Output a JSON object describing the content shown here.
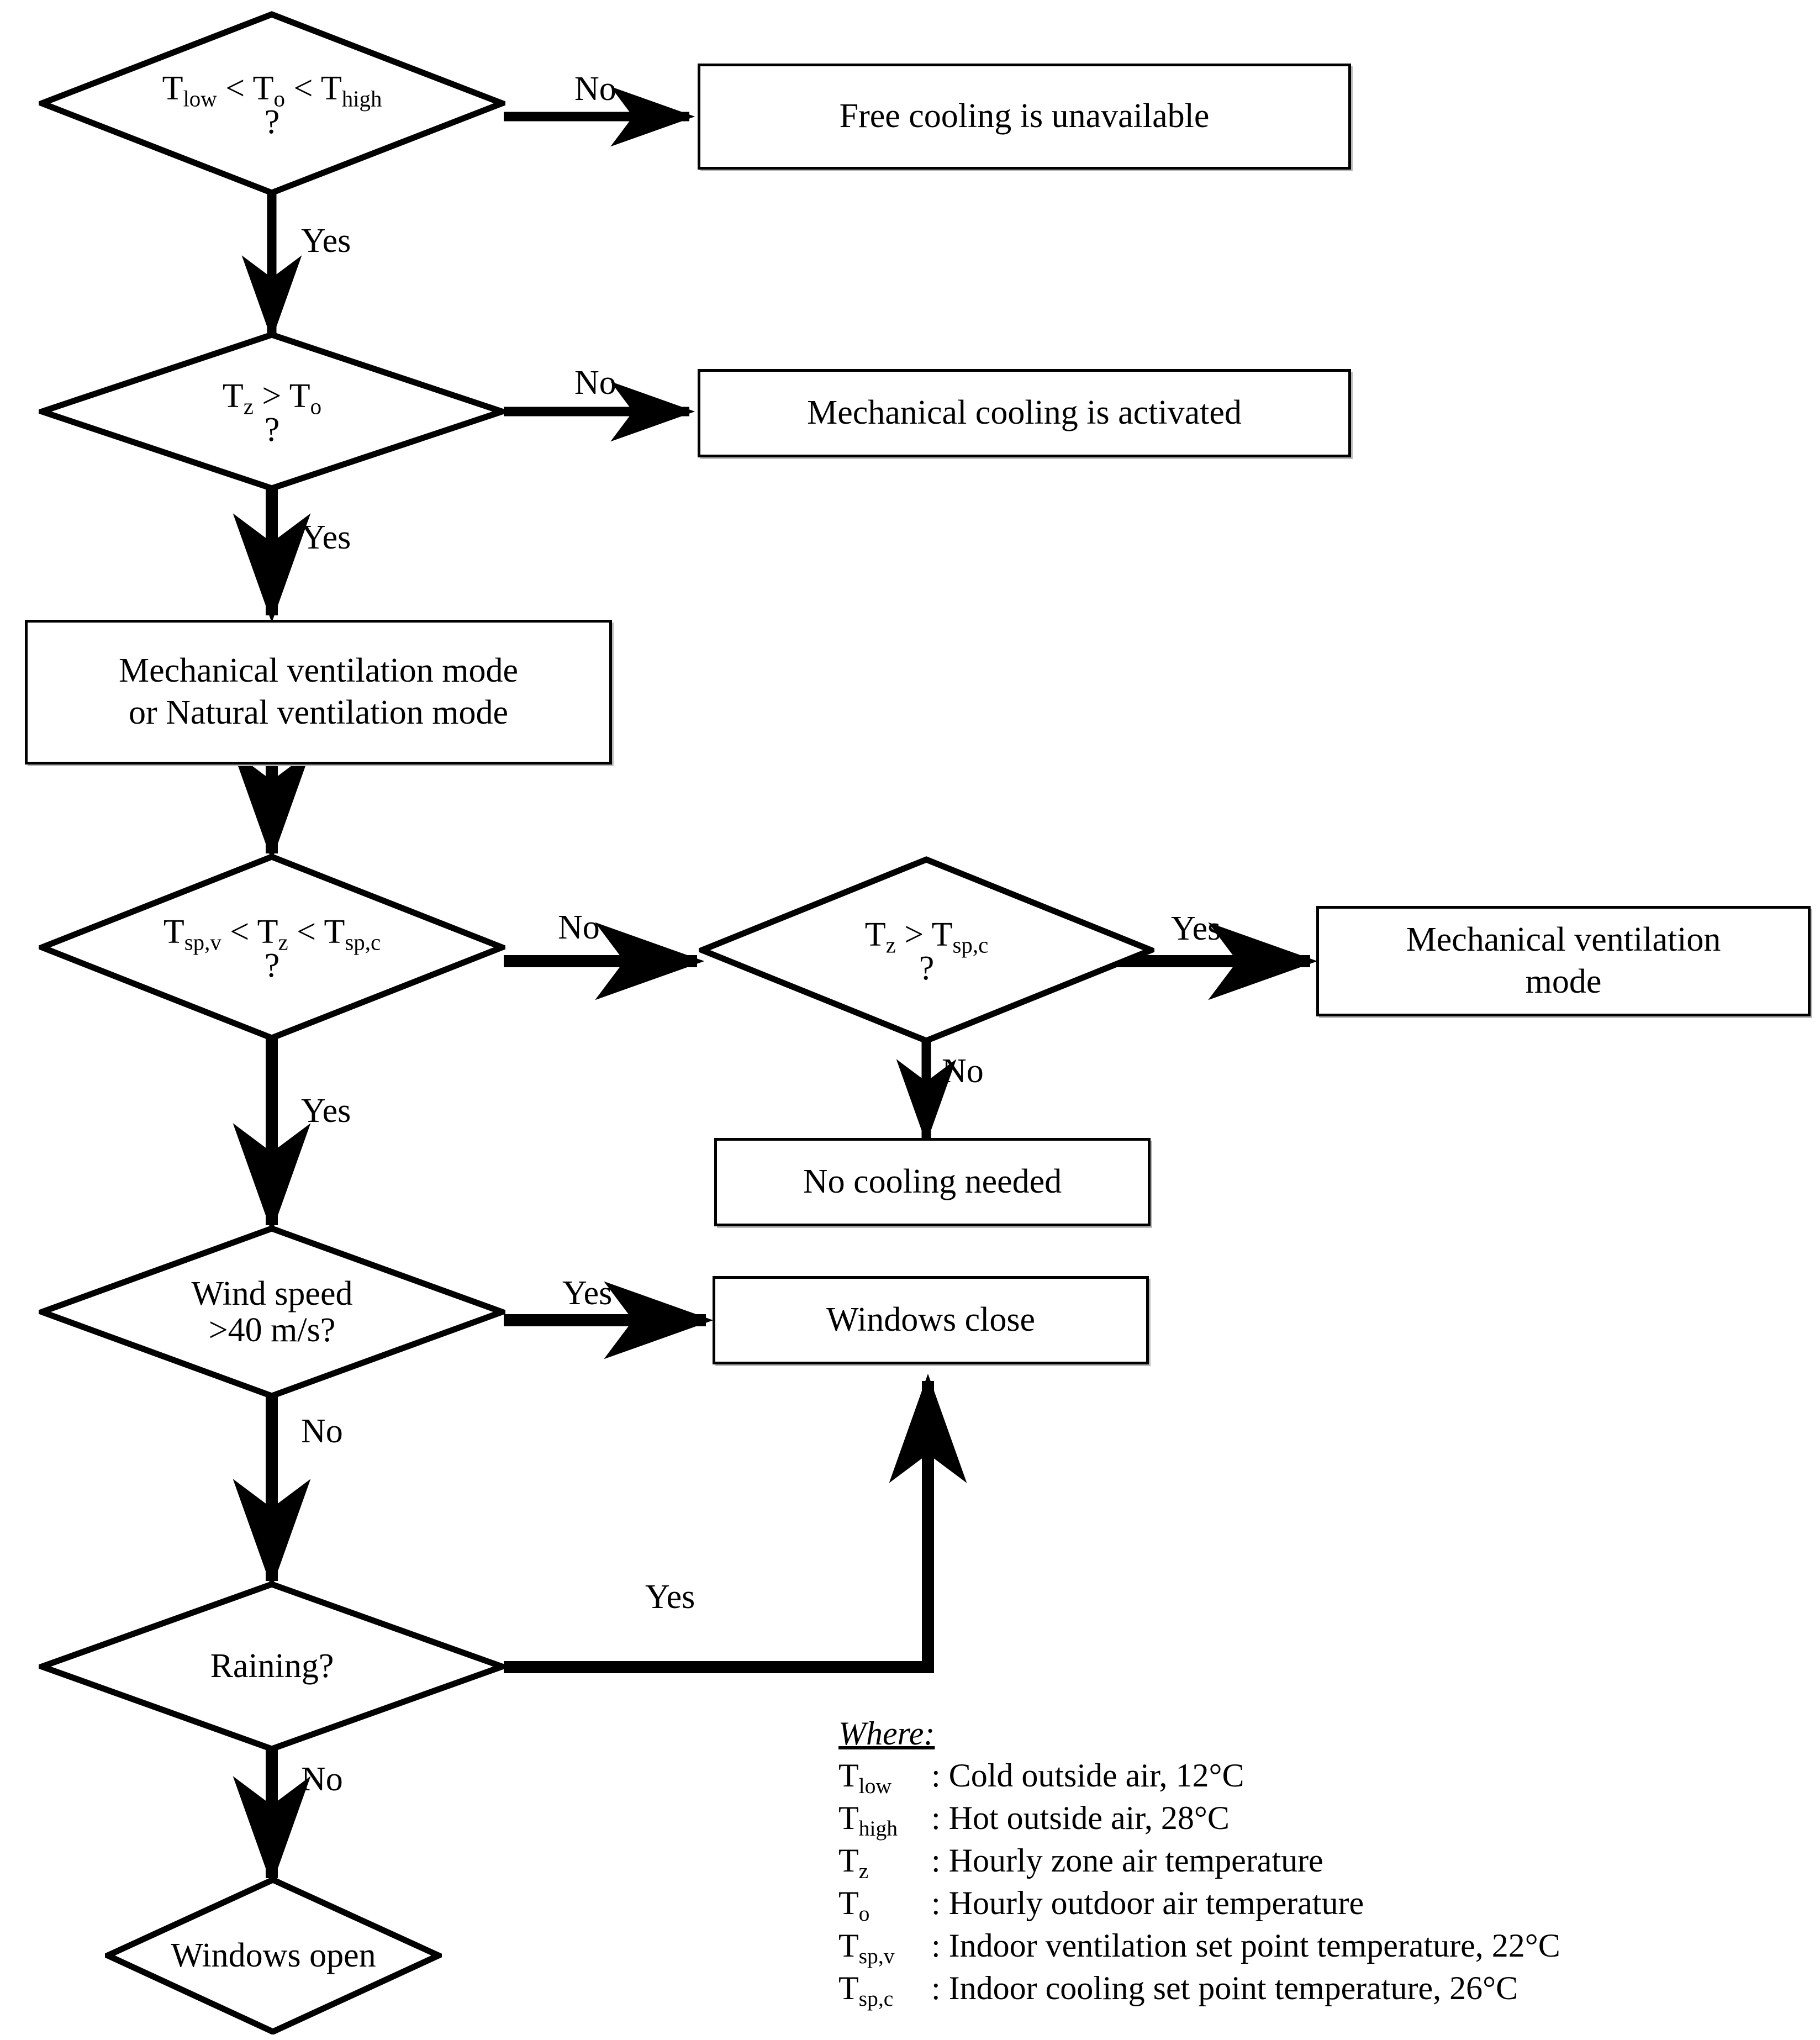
{
  "diagram": {
    "type": "flowchart",
    "title": "Free cooling / natural ventilation control logic",
    "nodes": [
      {
        "id": "d1",
        "shape": "diamond",
        "text_html": "T<sub>low</sub> &lt;  T<sub>o</sub>  &lt; T<sub>high</sub>",
        "question_mark": "?",
        "label": "T_low < T_o < T_high ?"
      },
      {
        "id": "b1",
        "shape": "rect",
        "text": "Free cooling is unavailable"
      },
      {
        "id": "d2",
        "shape": "diamond",
        "text_html": "T<sub>z</sub> &gt; T<sub>o</sub>",
        "question_mark": "?",
        "label": "T_z > T_o ?"
      },
      {
        "id": "b2",
        "shape": "rect",
        "text": "Mechanical cooling is activated"
      },
      {
        "id": "b3",
        "shape": "rect",
        "text_line1": "Mechanical ventilation mode",
        "text_line2": "or Natural ventilation mode"
      },
      {
        "id": "d3",
        "shape": "diamond",
        "text_html": "T<sub>sp,v</sub> &lt; T<sub>z</sub> &lt; T<sub>sp,c</sub>",
        "question_mark": "?",
        "label": "T_sp,v < T_z < T_sp,c ?"
      },
      {
        "id": "d4",
        "shape": "diamond",
        "text_html": "T<sub>z</sub> &gt; T<sub>sp,c</sub>",
        "question_mark": "?",
        "label": "T_z > T_sp,c ?"
      },
      {
        "id": "b4",
        "shape": "rect",
        "text_line1": "Mechanical ventilation",
        "text_line2": "mode"
      },
      {
        "id": "b5",
        "shape": "rect",
        "text": "No cooling needed"
      },
      {
        "id": "d5",
        "shape": "diamond",
        "text_line1": "Wind speed",
        "text_line2": ">40 m/s?",
        "label": "Wind speed >40 m/s?"
      },
      {
        "id": "b6",
        "shape": "rect",
        "text": "Windows close"
      },
      {
        "id": "d6",
        "shape": "diamond",
        "text_line1": "Raining?",
        "label": "Raining?"
      },
      {
        "id": "d7",
        "shape": "diamond",
        "text_line1": "Windows open",
        "label": "Windows open"
      }
    ],
    "edges": [
      {
        "from": "d1",
        "to": "b1",
        "label": "No"
      },
      {
        "from": "d1",
        "to": "d2",
        "label": "Yes"
      },
      {
        "from": "d2",
        "to": "b2",
        "label": "No"
      },
      {
        "from": "d2",
        "to": "b3",
        "label": "Yes"
      },
      {
        "from": "b3",
        "to": "d3",
        "label": ""
      },
      {
        "from": "d3",
        "to": "d4",
        "label": "No"
      },
      {
        "from": "d3",
        "to": "d5",
        "label": "Yes"
      },
      {
        "from": "d4",
        "to": "b4",
        "label": "Yes"
      },
      {
        "from": "d4",
        "to": "b5",
        "label": "No"
      },
      {
        "from": "d5",
        "to": "b6",
        "label": "Yes"
      },
      {
        "from": "d5",
        "to": "d6",
        "label": "No"
      },
      {
        "from": "d6",
        "to": "b6",
        "label": "Yes"
      },
      {
        "from": "d6",
        "to": "d7",
        "label": "No"
      }
    ],
    "edge_labels": {
      "d1_no": "No",
      "d1_yes": "Yes",
      "d2_no": "No",
      "d2_yes": "Yes",
      "d3_no": "No",
      "d3_yes": "Yes",
      "d4_yes": "Yes",
      "d4_no": "No",
      "d5_yes": "Yes",
      "d5_no": "No",
      "d6_yes": "Yes",
      "d6_no": "No"
    },
    "colors": {
      "stroke": "#000000",
      "fill": "#ffffff",
      "shadow": "#bbbbbb"
    }
  },
  "legend": {
    "title": "Where:",
    "entries": [
      {
        "symbol_html": "T<sub>low</sub>",
        "symbol": "T_low",
        "definition": ": Cold outside air, 12°C"
      },
      {
        "symbol_html": "T<sub>high</sub>",
        "symbol": "T_high",
        "definition": ": Hot outside air, 28°C"
      },
      {
        "symbol_html": "T<sub>z</sub>",
        "symbol": "T_z",
        "definition": ": Hourly zone air temperature"
      },
      {
        "symbol_html": "T<sub>o</sub>",
        "symbol": "T_o",
        "definition": ": Hourly outdoor air temperature"
      },
      {
        "symbol_html": "T<sub>sp,v</sub>",
        "symbol": "T_sp,v",
        "definition": ": Indoor ventilation set point temperature, 22°C"
      },
      {
        "symbol_html": "T<sub>sp,c</sub>",
        "symbol": "T_sp,c",
        "definition": ": Indoor cooling set point temperature, 26°C"
      }
    ]
  }
}
